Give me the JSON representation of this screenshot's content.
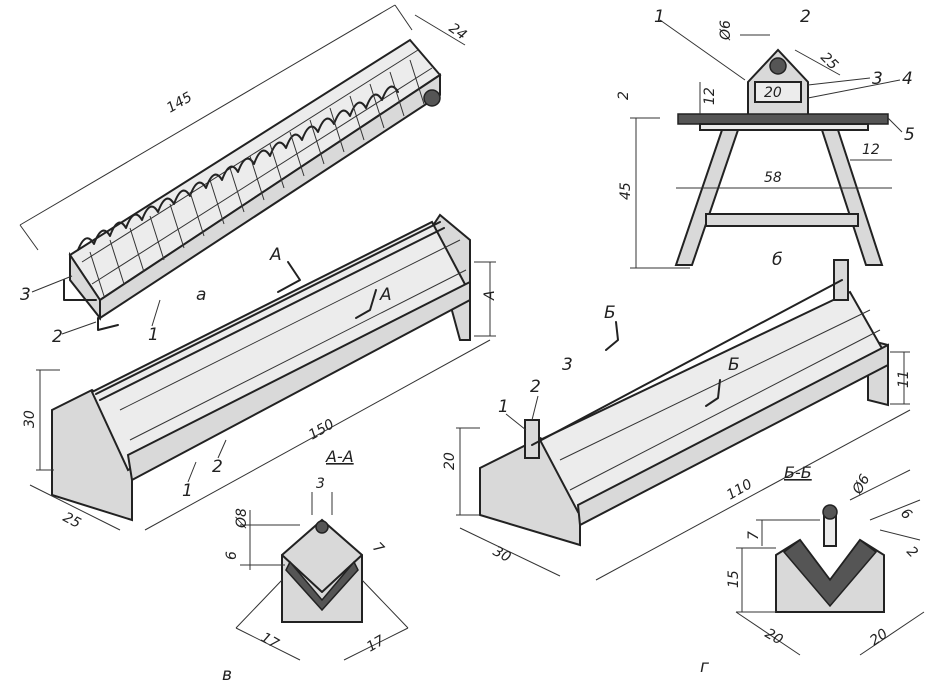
{
  "fig_a": {
    "letter": "а",
    "dim_length": "145",
    "dim_width": "24",
    "callout_1": "1",
    "callout_2": "2",
    "callout_3": "3"
  },
  "fig_b": {
    "letter": "б",
    "d_top": "Ø6",
    "d_25": "25",
    "d_20": "20",
    "d_12a": "12",
    "d_2": "2",
    "d_45": "45",
    "d_58": "58",
    "d_12b": "12",
    "c1": "1",
    "c2": "2",
    "c3": "3",
    "c4": "4",
    "c5": "5"
  },
  "fig_v_main": {
    "d_30": "30",
    "d_25": "25",
    "d_150": "150",
    "d_A": "А",
    "cut_a1": "А",
    "cut_a2": "А",
    "c1": "1",
    "c2": "2"
  },
  "fig_v_section": {
    "title": "А-А",
    "letter": "в",
    "d_3": "3",
    "d_phi8": "Ø8",
    "d_6": "6",
    "d_7": "7",
    "d_17a": "17",
    "d_17b": "17"
  },
  "fig_g_main": {
    "d_20": "20",
    "d_30": "30",
    "d_110": "110",
    "d_11": "11",
    "cut_b1": "Б",
    "cut_b2": "Б",
    "c1": "1",
    "c2": "2",
    "c3": "3"
  },
  "fig_g_section": {
    "title": "Б-Б",
    "letter": "г",
    "d_phi6": "Ø6",
    "d_7": "7",
    "d_15": "15",
    "d_6": "6",
    "d_2": "2",
    "d_20a": "20",
    "d_20b": "20"
  }
}
